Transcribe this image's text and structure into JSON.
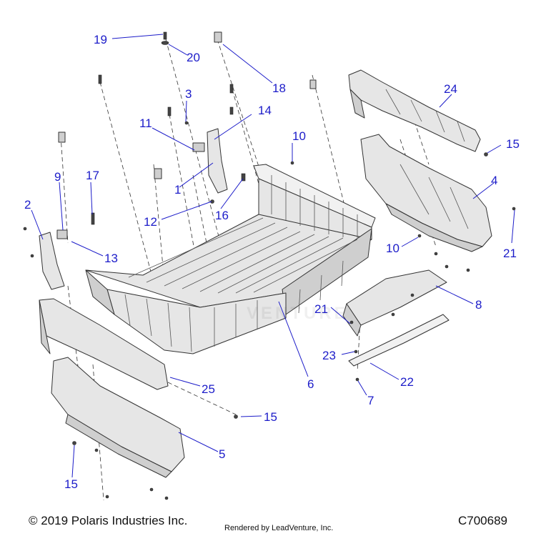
{
  "callouts": {
    "c1": "1",
    "c2": "2",
    "c3": "3",
    "c4": "4",
    "c5": "5",
    "c6": "6",
    "c7": "7",
    "c8": "8",
    "c9": "9",
    "c10a": "10",
    "c10b": "10",
    "c11": "11",
    "c12": "12",
    "c13": "13",
    "c14": "14",
    "c15a": "15",
    "c15b": "15",
    "c15c": "15",
    "c16": "16",
    "c17": "17",
    "c18": "18",
    "c19": "19",
    "c20": "20",
    "c21a": "21",
    "c21b": "21",
    "c22": "22",
    "c23": "23",
    "c24": "24",
    "c25": "25"
  },
  "footer": {
    "copyright": "© 2019 Polaris Industries Inc.",
    "rendered_by": "Rendered by LeadVenture, Inc.",
    "code": "C700689"
  },
  "watermark": "VENTURE",
  "colors": {
    "callout": "#1c1cc9",
    "line": "#333333",
    "part_fill": "#e6e6e6"
  }
}
